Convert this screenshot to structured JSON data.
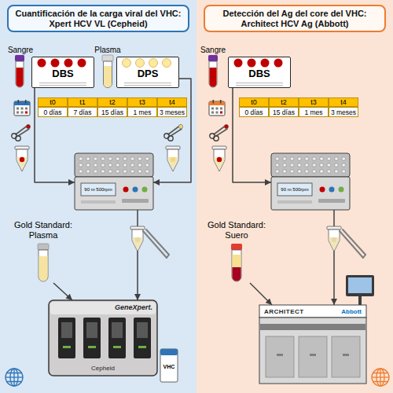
{
  "diagram": {
    "nodes": [
      {
        "text": [
          "Cuantificación de la carga viral del VHC: Xpert HCV VL (Cepheid)"
        ]
      },
      {
        "text": [
          "DBS"
        ]
      },
      {
        "text": [
          "DPS"
        ]
      },
      {
        "text": [
          "90 m 500rpm"
        ]
      },
      {
        "text": [
          "Gold Standard: Plasma"
        ]
      },
      {
        "text": [
          "GeneXpert.",
          "Cepheid"
        ]
      },
      {
        "text": [
          "Detección del Ag del core del VHC: Architect HCV Ag (Abbott)"
        ]
      },
      {
        "text": [
          "DBS"
        ]
      },
      {
        "text": [
          "90 m 500rpm"
        ]
      },
      {
        "text": [
          "Gold Standard: Suero"
        ]
      },
      {
        "text": [
          "ARCHITECT",
          "Abbott"
        ]
      }
    ],
    "edges": [
      {
        "from": 1,
        "to": 3,
        "arrow": "to"
      },
      {
        "from": 2,
        "to": 3,
        "arrow": "to"
      },
      {
        "from": 3,
        "to": 5,
        "arrow": "to"
      },
      {
        "from": 4,
        "to": 5,
        "arrow": "to"
      },
      {
        "from": 7,
        "to": 8,
        "arrow": "to"
      },
      {
        "from": 8,
        "to": 10,
        "arrow": "to"
      },
      {
        "from": 9,
        "to": 10,
        "arrow": "to"
      }
    ],
    "labels": [
      "Sangre",
      "Plasma",
      "t0",
      "t1",
      "t2",
      "t3",
      "t4",
      "0 días",
      "7 días",
      "15 días",
      "1 mes",
      "3 meses",
      "VHC",
      "Sangre",
      "t0",
      "t2",
      "t3",
      "t4",
      "0 días",
      "15 días",
      "1 mes",
      "3 meses"
    ]
  }
}
